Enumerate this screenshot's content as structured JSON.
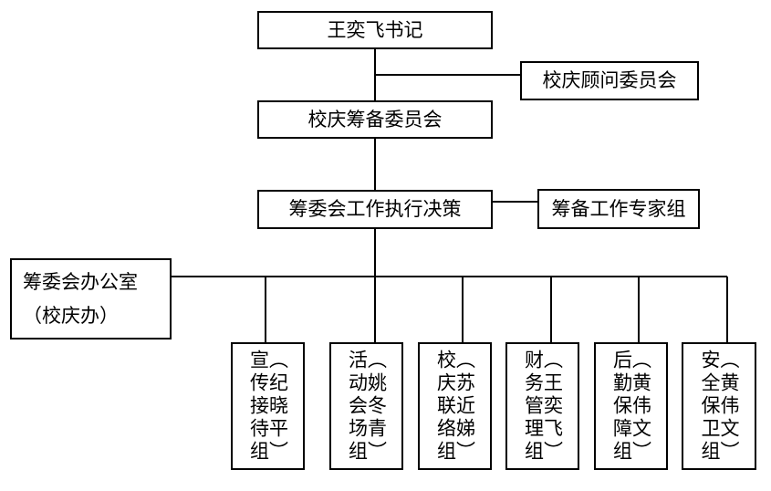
{
  "nodes": {
    "secretary": "王奕飞书记",
    "advisory": "校庆顾问委员会",
    "prep_committee": "校庆筹备委员会",
    "executive": "筹委会工作执行决策",
    "experts": "筹备工作专家组",
    "office_line1": "筹委会办公室",
    "office_line2": "（校庆办）"
  },
  "groups": [
    {
      "name": "宣传接待组",
      "leader": "（纪晓平）"
    },
    {
      "name": "活动会场组",
      "leader": "（姚冬青）"
    },
    {
      "name": "校庆联络组",
      "leader": "（苏近娣）"
    },
    {
      "name": "财务管理组",
      "leader": "（王奕飞）"
    },
    {
      "name": "后勤保障组",
      "leader": "（黄伟文）"
    },
    {
      "name": "安全保卫组",
      "leader": "（黄伟文）"
    }
  ]
}
